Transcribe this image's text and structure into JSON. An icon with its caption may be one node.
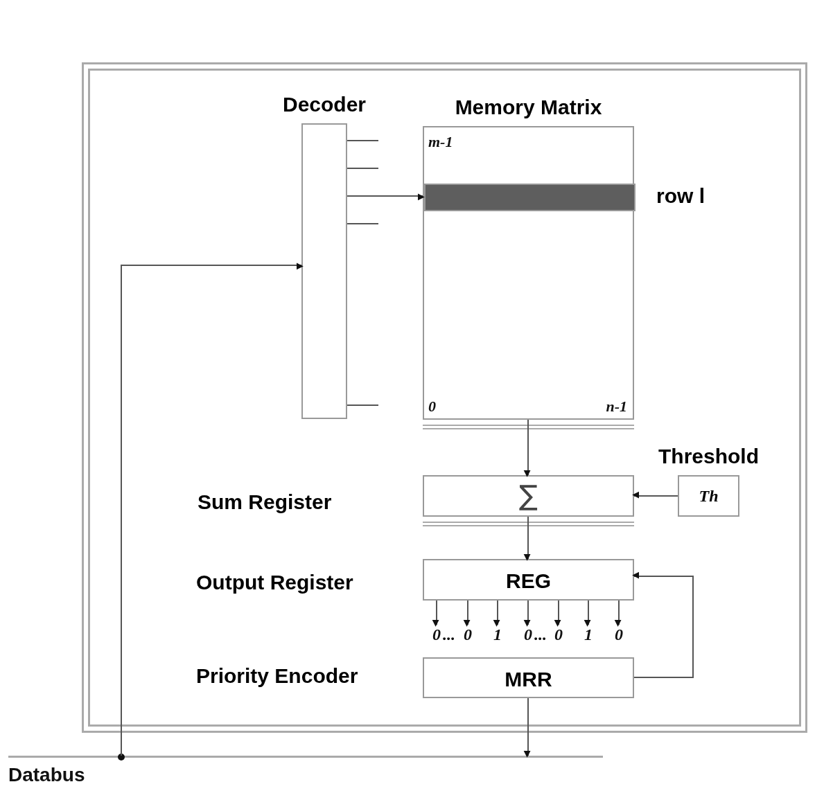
{
  "diagram": {
    "nodes": [
      {
        "text": [],
        "shape": "box"
      },
      {
        "text": [
          "Decoder"
        ],
        "in": 0
      },
      {
        "text": [
          "Memory Matrix",
          "m-1",
          "0",
          "n-1"
        ],
        "in": 0
      },
      {
        "text": [],
        "shape": "bar",
        "in": 2
      },
      {
        "text": [
          "∑"
        ],
        "in": 0
      },
      {
        "text": [
          "Threshold",
          "Th"
        ],
        "in": 0
      },
      {
        "text": [
          "REG"
        ],
        "in": 0
      },
      {
        "text": [
          "MRR"
        ],
        "in": 0
      },
      {
        "text": [
          "Databus"
        ]
      },
      {
        "text": [
          "0"
        ],
        "in": 0
      },
      {
        "text": [
          "0"
        ],
        "in": 0
      },
      {
        "text": [
          "1"
        ],
        "in": 0
      },
      {
        "text": [
          "0"
        ],
        "in": 0
      },
      {
        "text": [
          "0"
        ],
        "in": 0
      },
      {
        "text": [
          "1"
        ],
        "in": 0
      },
      {
        "text": [
          "0"
        ],
        "in": 0
      }
    ],
    "edges": [
      {
        "from": 1,
        "to": 3,
        "arrow": "to"
      },
      {
        "from": 1,
        "to": null,
        "arrow": "none"
      },
      {
        "from": 1,
        "to": null,
        "arrow": "none"
      },
      {
        "from": 1,
        "to": null,
        "arrow": "none"
      },
      {
        "from": 1,
        "to": null,
        "arrow": "none"
      },
      {
        "from": 2,
        "to": 4,
        "arrow": "to"
      },
      {
        "from": 5,
        "to": 4,
        "arrow": "to"
      },
      {
        "from": 4,
        "to": 6,
        "arrow": "to"
      },
      {
        "from": 6,
        "to": 9,
        "arrow": "to"
      },
      {
        "from": 6,
        "to": 10,
        "arrow": "to"
      },
      {
        "from": 6,
        "to": 11,
        "arrow": "to"
      },
      {
        "from": 6,
        "to": 12,
        "arrow": "to"
      },
      {
        "from": 6,
        "to": 13,
        "arrow": "to"
      },
      {
        "from": 6,
        "to": 14,
        "arrow": "to"
      },
      {
        "from": 6,
        "to": 15,
        "arrow": "to"
      },
      {
        "from": 7,
        "to": 6,
        "arrow": "to"
      },
      {
        "from": 7,
        "to": 8,
        "arrow": "to"
      },
      {
        "from": 8,
        "to": 1,
        "arrow": "to"
      }
    ],
    "labels": [
      "row l",
      "Sum Register",
      "Output Register",
      "...",
      "...",
      "Priority Encoder"
    ]
  }
}
